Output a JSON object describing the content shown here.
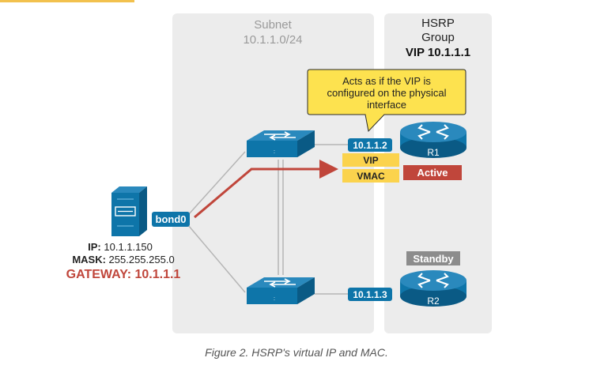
{
  "subnet": {
    "title": "Subnet",
    "cidr": "10.1.1.0/24"
  },
  "hsrp_group": {
    "title_line1": "HSRP",
    "title_line2": "Group",
    "vip": "VIP 10.1.1.1"
  },
  "callout": {
    "line1": "Acts as if the VIP is",
    "line2": "configured on the physical",
    "line3": "interface"
  },
  "server": {
    "interface": "bond0",
    "ip_label": "IP:",
    "ip_value": "10.1.1.150",
    "mask_label": "MASK:",
    "mask_value": "255.255.255.0",
    "gateway": "GATEWAY: 10.1.1.1"
  },
  "r1": {
    "name": "R1",
    "ip": "10.1.1.2",
    "vip_tag": "VIP",
    "vmac_tag": "VMAC",
    "state": "Active"
  },
  "r2": {
    "name": "R2",
    "ip": "10.1.1.3",
    "state": "Standby"
  },
  "caption": "Figure 2. HSRP's virtual IP and MAC.",
  "colors": {
    "panel": "#ececec",
    "cisco_blue": "#0e75a9",
    "cisco_blue_dark": "#0a5a85",
    "accent_red": "#c0463b",
    "callout_yellow": "#fde24f",
    "tag_yellow": "#fbd34d",
    "standby_gray": "#8c8c8c",
    "line_gray": "#b5b5b5"
  }
}
